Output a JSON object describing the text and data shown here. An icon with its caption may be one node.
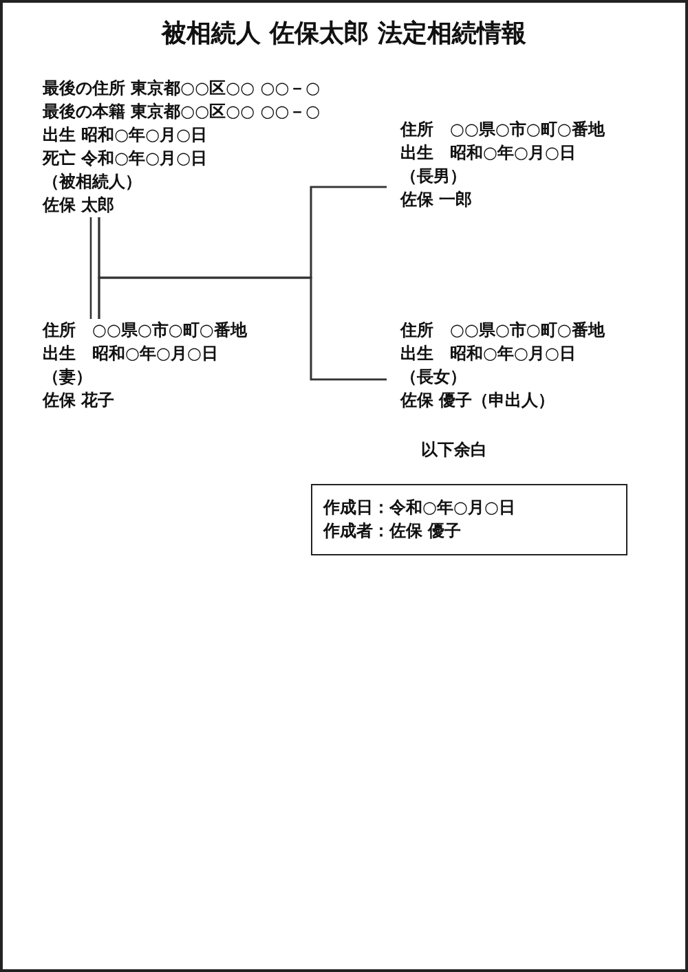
{
  "diagram": {
    "title": "被相続人 佐保太郎 法定相続情報",
    "nodes": [
      {
        "text": [
          "最後の住所 東京都○○区○○ ○○－○",
          "最後の本籍 東京都○○区○○ ○○－○",
          "出生 昭和○年○月○日",
          "死亡 令和○年○月○日",
          "（被相続人）",
          "佐保 太郎"
        ]
      },
      {
        "text": [
          "住所　○○県○市○町○番地",
          "出生　昭和○年○月○日",
          "（妻）",
          "佐保 花子"
        ]
      },
      {
        "text": [
          "住所　○○県○市○町○番地",
          "出生　昭和○年○月○日",
          "（長男）",
          "佐保 一郎"
        ]
      },
      {
        "text": [
          "住所　○○県○市○町○番地",
          "出生　昭和○年○月○日",
          "（長女）",
          "佐保 優子（申出人）"
        ]
      },
      {
        "text": [
          "作成日：令和○年○月○日",
          "作成者：佐保 優子"
        ]
      }
    ],
    "edges": [
      {
        "from": 0,
        "to": 1,
        "arrow": "none"
      },
      {
        "from": 0,
        "to": 2,
        "arrow": "none"
      },
      {
        "from": 0,
        "to": 3,
        "arrow": "none"
      },
      {
        "from": 1,
        "to": 2,
        "arrow": "none"
      },
      {
        "from": 1,
        "to": 3,
        "arrow": "none"
      }
    ],
    "labels": [
      "以下余白"
    ]
  }
}
